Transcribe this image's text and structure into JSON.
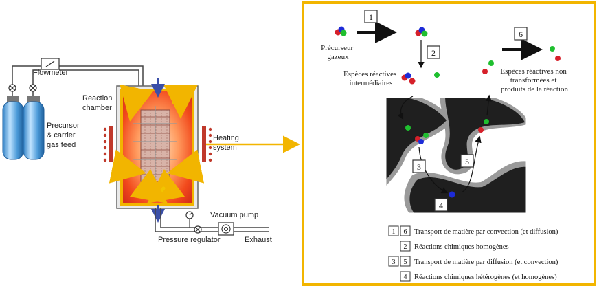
{
  "left": {
    "flowmeter": "Flowmeter",
    "reaction_chamber": [
      "Reaction",
      "chamber"
    ],
    "precursor_feed": [
      "Precursor",
      "& carrier",
      "gas feed"
    ],
    "heating_system": [
      "Heating",
      "system"
    ],
    "vacuum_pump": "Vacuum pump",
    "pressure_regulator": "Pressure regulator",
    "exhaust": "Exhaust"
  },
  "right": {
    "frame_color": "#f2b500",
    "steps": [
      "1",
      "2",
      "3",
      "4",
      "5",
      "6"
    ],
    "precurseur": [
      "Précurseur",
      "gazeux"
    ],
    "especes_intermediaires": [
      "Espèces réactives",
      "intermédiaires"
    ],
    "especes_non_transformees": [
      "Espèces réactives non",
      "transformées et",
      "produits de la réaction"
    ],
    "legend": [
      {
        "boxes": [
          "1",
          "6"
        ],
        "text": "Transport de matière par convection (et diffusion)"
      },
      {
        "boxes": [
          "2"
        ],
        "text": "Réactions chimiques homogènes"
      },
      {
        "boxes": [
          "3",
          "5"
        ],
        "text": "Transport de matière par diffusion (et convection)"
      },
      {
        "boxes": [
          "4"
        ],
        "text": "Réactions chimiques hétérogènes (et homogènes)"
      }
    ]
  }
}
